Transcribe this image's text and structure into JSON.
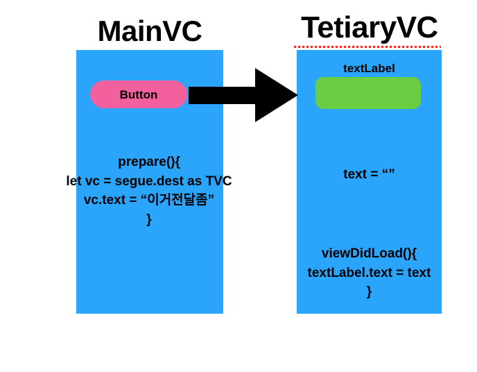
{
  "diagram": {
    "type": "ios-segue-flow-diagram",
    "background_color": "#ffffff",
    "colors": {
      "panel_blue": "#2aa5fb",
      "button_pink": "#f2609e",
      "label_green": "#6acd42",
      "arrow_black": "#000000",
      "spellcheck_red": "#ff2020",
      "text_black": "#000000"
    }
  },
  "source_vc": {
    "title": "MainVC",
    "button": {
      "label": "Button"
    },
    "code": {
      "lines": [
        "prepare(){",
        "let vc = segue.dest as TVC",
        "vc.text = “이거전달좀”",
        "}"
      ]
    }
  },
  "destination_vc": {
    "title": "TetiaryVC",
    "title_has_spellcheck_underline": true,
    "label": {
      "caption": "textLabel"
    },
    "property_code": {
      "lines": [
        "text = “”"
      ]
    },
    "lifecycle_code": {
      "lines": [
        "viewDidLoad(){",
        "textLabel.text = text",
        "}"
      ]
    }
  },
  "connector": {
    "name": "segue-arrow",
    "direction": "right",
    "from": "MainVC",
    "to": "TetiaryVC"
  }
}
